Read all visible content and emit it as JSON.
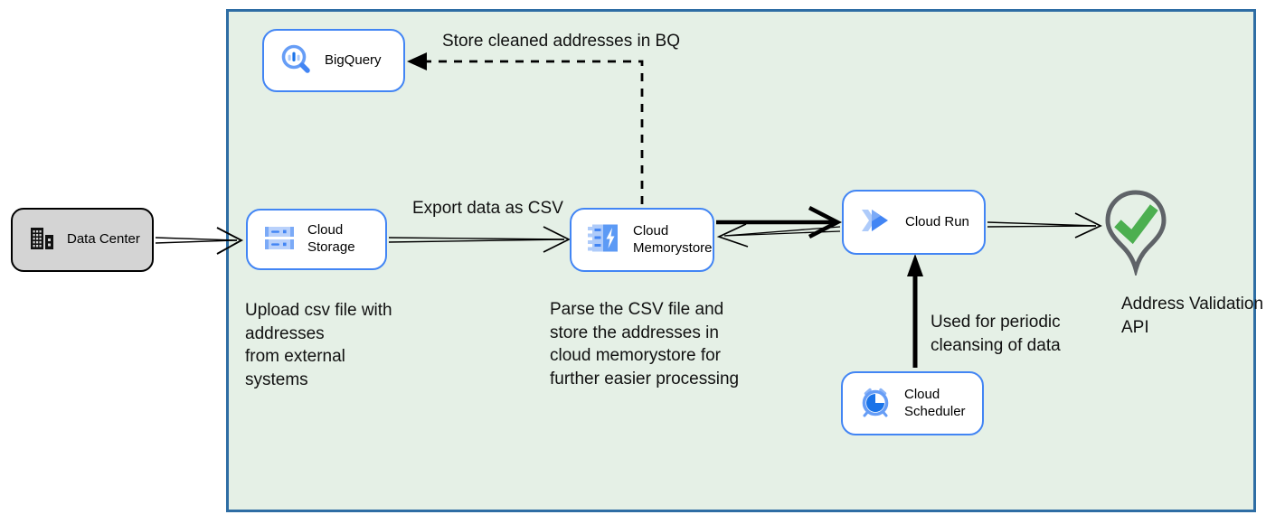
{
  "colors": {
    "accent_blue": "#4285f4",
    "icon_light_blue": "#aecbfa",
    "icon_dark_blue": "#1a73e8",
    "boundary_fill": "#e5f0e6",
    "boundary_border": "#2e6da4",
    "node_fill": "#ffffff",
    "datacenter_fill": "#d4d4d4",
    "pin_outline_gray": "#5f6368",
    "check_green": "#4caf50",
    "arrow_black": "#000000"
  },
  "nodes": {
    "data_center": {
      "label": "Data Center"
    },
    "cloud_storage": {
      "label": "Cloud Storage"
    },
    "bigquery": {
      "label": "BigQuery"
    },
    "cloud_memorystore": {
      "label": "Cloud Memorystore"
    },
    "cloud_run": {
      "label": "Cloud Run"
    },
    "cloud_scheduler": {
      "label": "Cloud Scheduler"
    },
    "address_validation_api": {
      "label": "Address Validation\nAPI"
    }
  },
  "annotations": {
    "store_cleaned": "Store cleaned addresses in BQ",
    "export_csv": "Export data as CSV",
    "upload_csv": "Upload csv file with\naddresses\nfrom external\nsystems",
    "parse_csv": "Parse the CSV file and\nstore the addresses in\ncloud  memorystore for\nfurther easier processing",
    "periodic_cleansing": "Used for periodic\ncleansing of data"
  }
}
